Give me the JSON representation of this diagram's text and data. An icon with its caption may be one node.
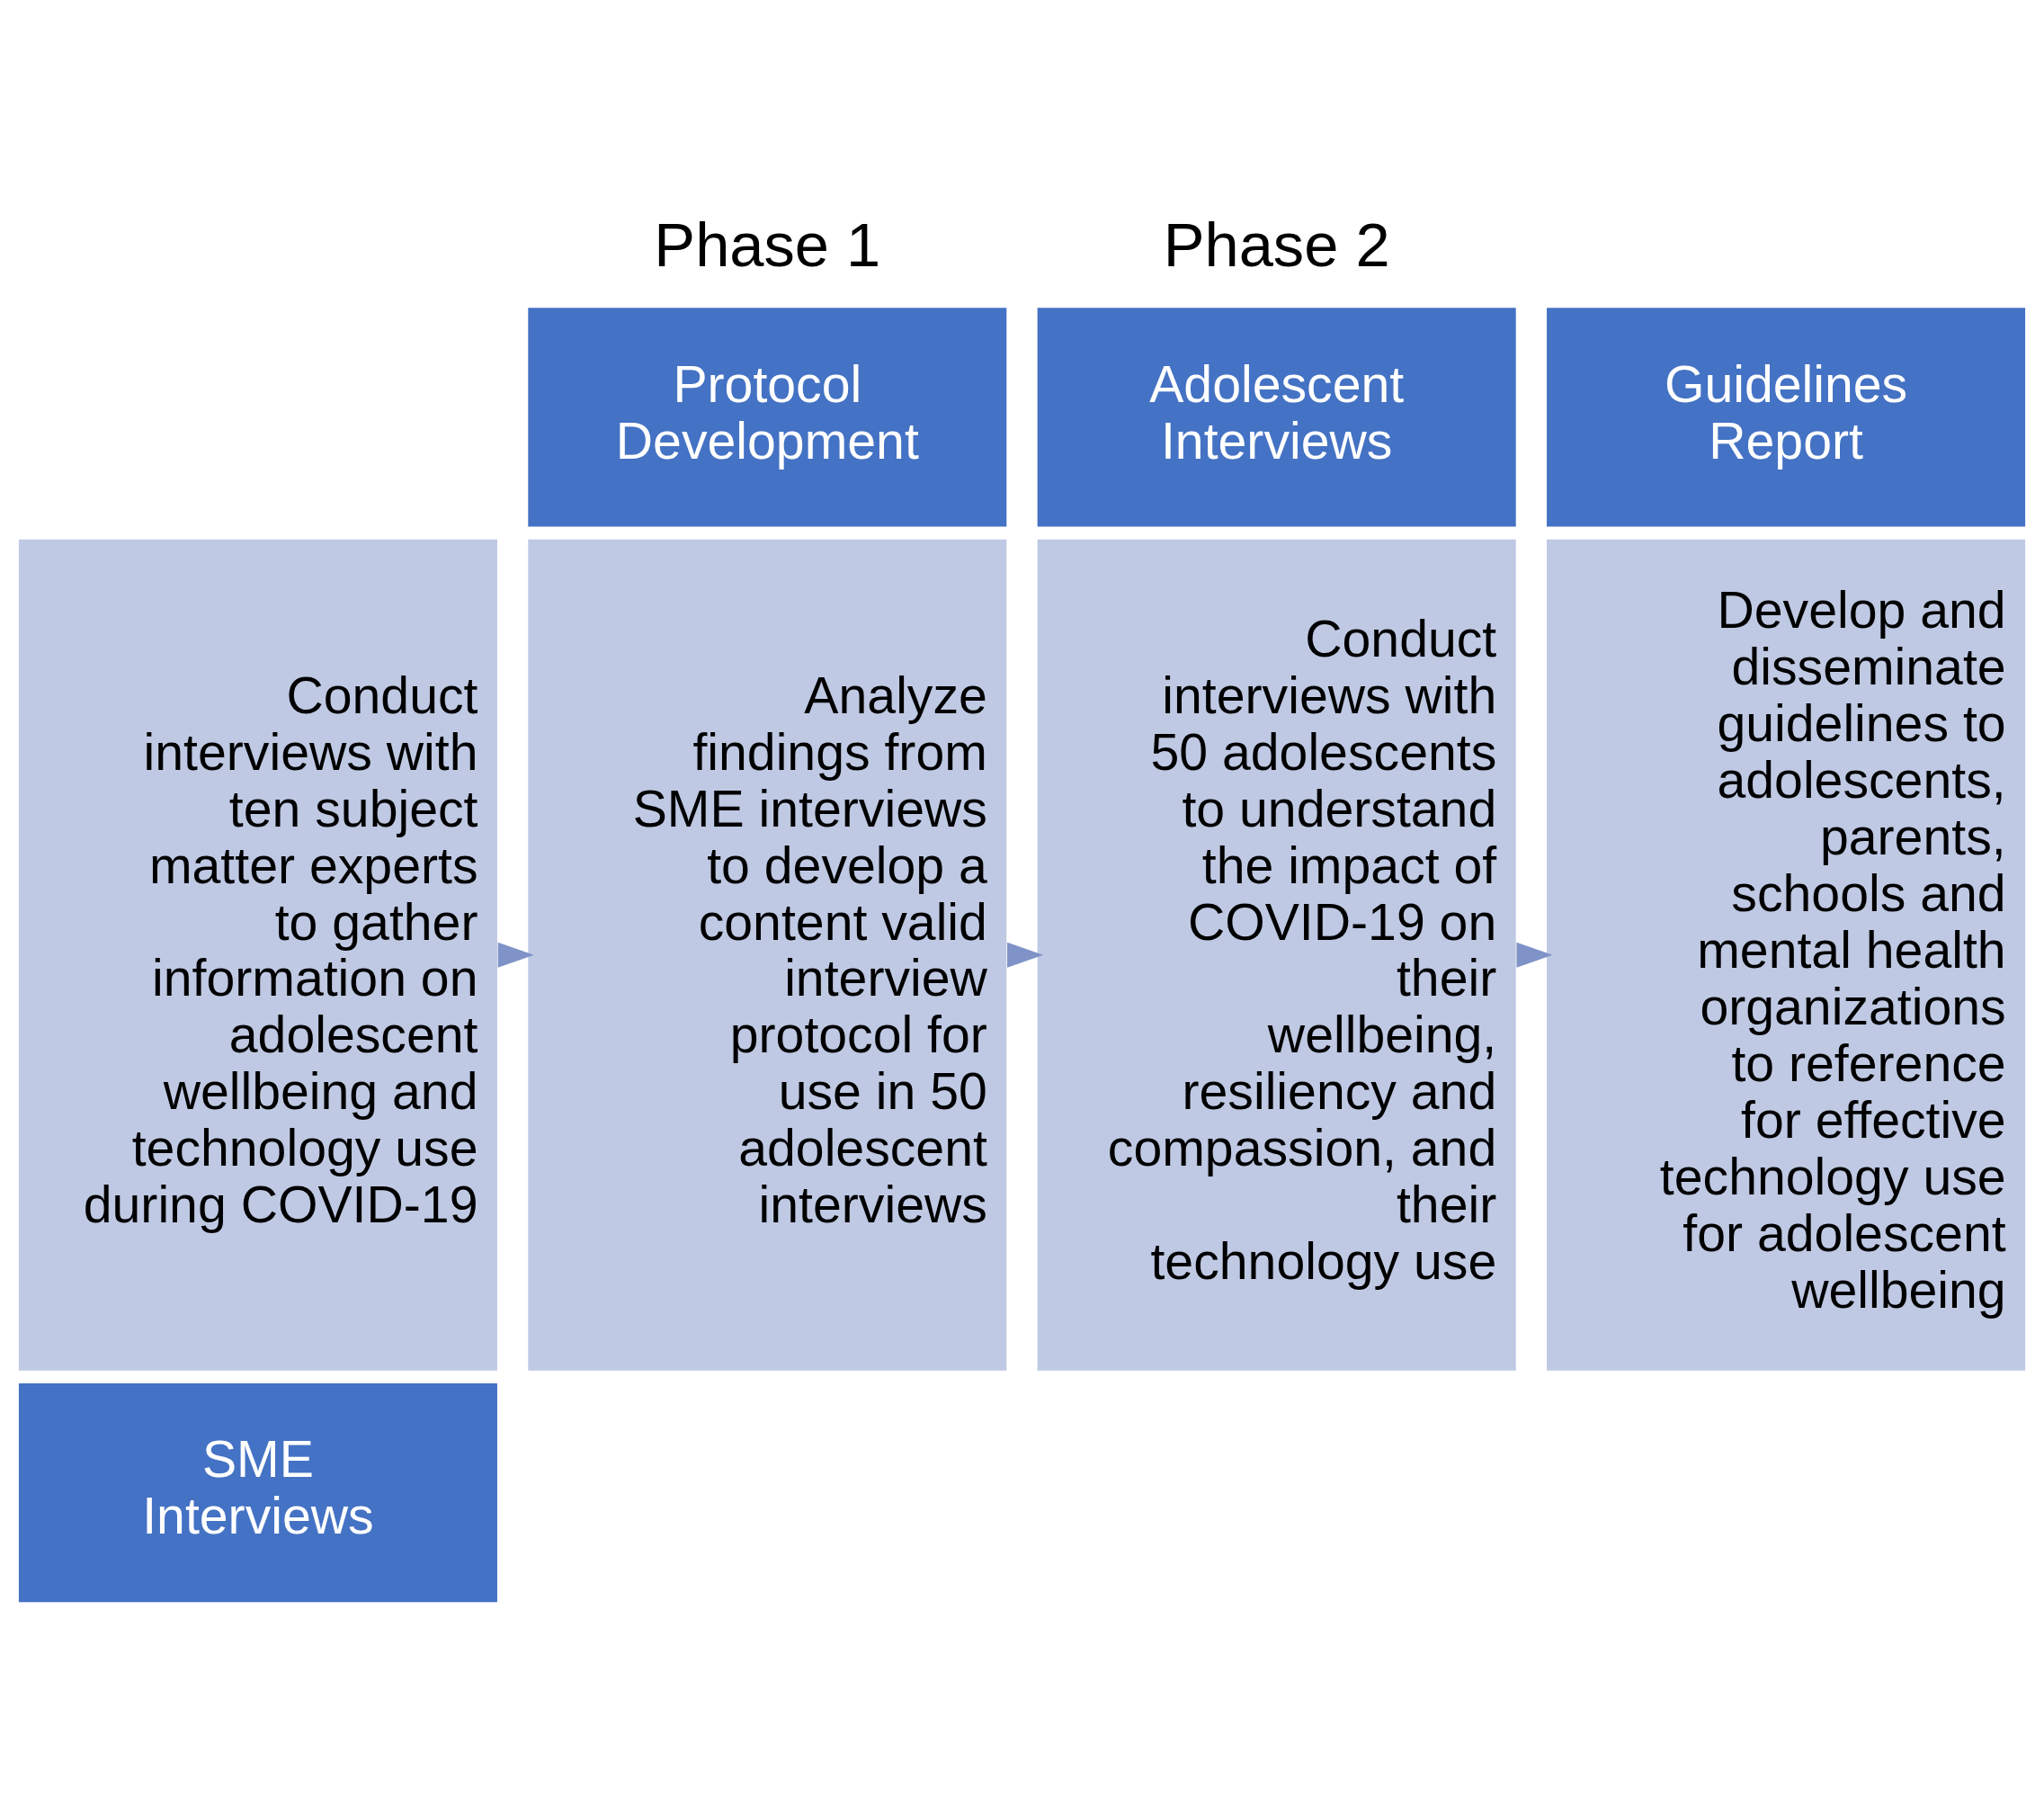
{
  "diagram": {
    "nodes": [
      {
        "text": [
          "SME Interviews"
        ]
      },
      {
        "text": [
          "Conduct interviews with ten subject matter experts to gather information on adolescent wellbeing and technology use during COVID-19"
        ]
      },
      {
        "text": [
          "Protocol Development"
        ]
      },
      {
        "text": [
          "Analyze findings from SME interviews to develop a content valid interview protocol for use in 50 adolescent interviews"
        ]
      },
      {
        "text": [
          "Adolescent Interviews"
        ]
      },
      {
        "text": [
          "Conduct interviews with 50 adolescents to understand the impact of COVID-19 on their wellbeing, resiliency and compassion, and their technology use"
        ]
      },
      {
        "text": [
          "Guidelines Report"
        ]
      },
      {
        "text": [
          "Develop and disseminate guidelines to adolescents, parents, schools and mental health organizations to reference for effective technology use for adolescent wellbeing"
        ]
      }
    ],
    "edges": [
      {
        "from": 1,
        "to": 3,
        "arrow": "to"
      },
      {
        "from": 3,
        "to": 5,
        "arrow": "to"
      },
      {
        "from": 5,
        "to": 7,
        "arrow": "to"
      }
    ],
    "labels": [
      "Phase 1",
      "Phase 2"
    ]
  }
}
